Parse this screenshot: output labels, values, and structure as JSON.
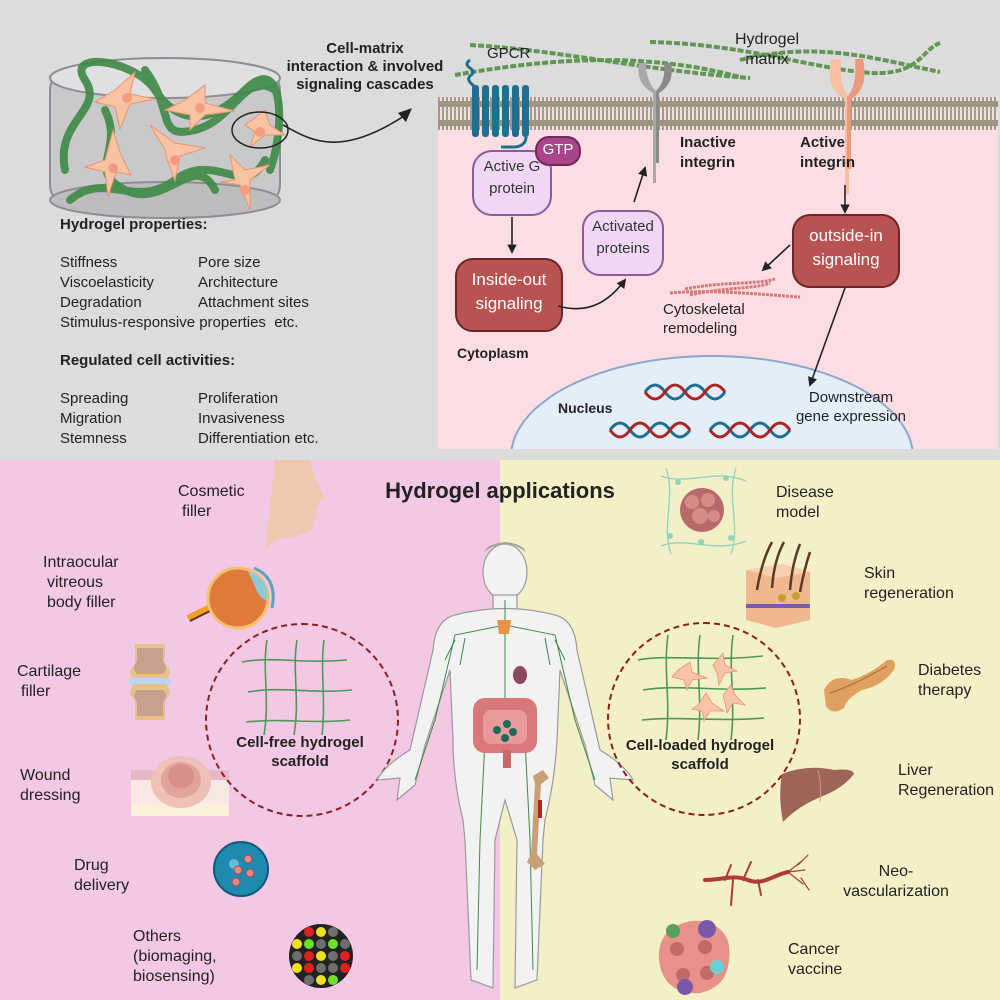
{
  "top": {
    "cell_matrix_title": [
      "Cell-matrix",
      "interaction & involved",
      "signaling cascades"
    ],
    "hydrogel_properties": {
      "title": "Hydrogel properties:",
      "items_left": [
        "Stiffness",
        "Viscoelasticity",
        "Degradation"
      ],
      "items_right": [
        "Pore size",
        "Architecture",
        "Attachment sites"
      ],
      "extra": "Stimulus-responsive properties  etc."
    },
    "regulated_activities": {
      "title": "Regulated cell activities:",
      "items_left": [
        "Spreading",
        "Migration",
        "Stemness"
      ],
      "items_right": [
        "Proliferation",
        "Invasiveness",
        "Differentiation etc."
      ]
    }
  },
  "signaling": {
    "gpcr": "GPCR",
    "hydrogel_matrix": [
      "Hydrogel",
      "matrix"
    ],
    "gtp": "GTP",
    "active_g_protein": [
      "Active G",
      "protein"
    ],
    "inactive_integrin": [
      "Inactive",
      "integrin"
    ],
    "active_integrin": [
      "Active",
      "integrin"
    ],
    "activated_proteins": [
      "Activated",
      "proteins"
    ],
    "inside_out": [
      "Inside-out",
      "signaling"
    ],
    "outside_in": [
      "outside-in",
      "signaling"
    ],
    "cytoskeletal": [
      "Cytoskeletal",
      "remodeling"
    ],
    "cytoplasm": "Cytoplasm",
    "nucleus": "Nucleus",
    "downstream": [
      "Downstream",
      "gene expression"
    ]
  },
  "applications": {
    "title": "Hydrogel applications",
    "cell_free": [
      "Cell-free hydrogel",
      "scaffold"
    ],
    "cell_loaded": [
      "Cell-loaded hydrogel",
      "scaffold"
    ],
    "left": [
      {
        "label": [
          "Cosmetic",
          "filler"
        ],
        "icon": "face-profile-icon"
      },
      {
        "label": [
          "Intraocular",
          "vitreous",
          "body filler"
        ],
        "icon": "eye-icon"
      },
      {
        "label": [
          "Cartilage",
          "filler"
        ],
        "icon": "joint-icon"
      },
      {
        "label": [
          "Wound",
          "dressing"
        ],
        "icon": "skin-wound-icon"
      },
      {
        "label": [
          "Drug",
          "delivery"
        ],
        "icon": "drug-particle-icon"
      },
      {
        "label": [
          "Others",
          "(biomaging,",
          "biosensing)"
        ],
        "icon": "microarray-icon"
      }
    ],
    "right": [
      {
        "label": [
          "Disease",
          "model"
        ],
        "icon": "tumor-spheroid-icon"
      },
      {
        "label": [
          "Skin",
          "regeneration"
        ],
        "icon": "skin-section-icon"
      },
      {
        "label": [
          "Diabetes",
          "therapy"
        ],
        "icon": "pancreas-icon"
      },
      {
        "label": [
          "Liver",
          "Regeneration"
        ],
        "icon": "liver-icon"
      },
      {
        "label": [
          "Neo-",
          "vascularization"
        ],
        "icon": "blood-vessel-icon"
      },
      {
        "label": [
          "Cancer",
          "vaccine"
        ],
        "icon": "cancer-cells-icon"
      }
    ]
  },
  "colors": {
    "top_bg": "#dcdcdc",
    "cell_bg": "#fbdde3",
    "left_bg": "#f2c8e4",
    "right_bg": "#f3f0c8",
    "signal_box": "#b95352",
    "protein_box": "#f0d8f5",
    "gtp": "#a94588",
    "gpcr": "#1f6f92",
    "hydrogel_green": "#3e8a45"
  }
}
